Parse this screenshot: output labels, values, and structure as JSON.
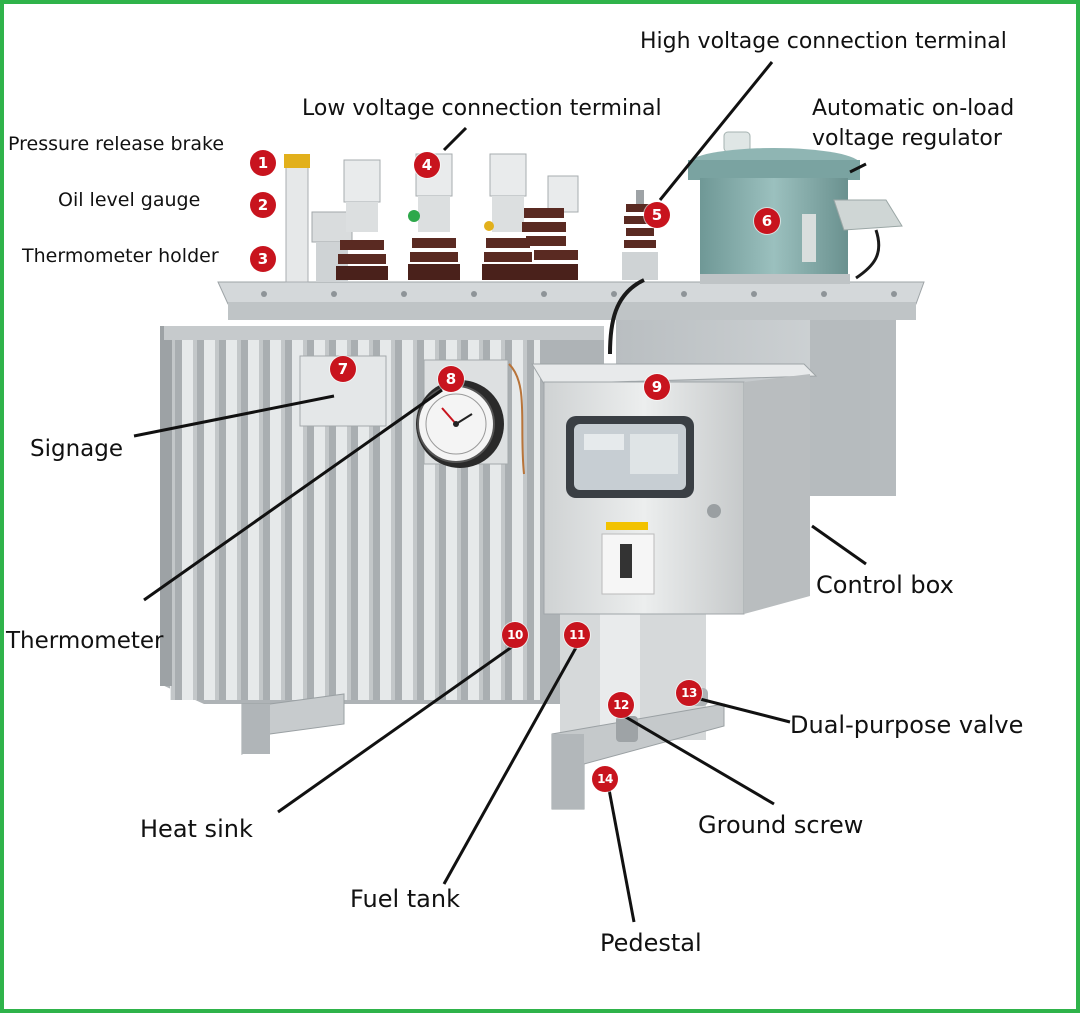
{
  "labels": {
    "pressure_release_brake": "Pressure release brake",
    "oil_level_gauge": "Oil level gauge",
    "thermometer_holder": "Thermometer holder",
    "low_voltage_terminal": "Low voltage connection terminal",
    "high_voltage_terminal": "High voltage connection terminal",
    "regulator_line1": "Automatic on-load",
    "regulator_line2": "voltage regulator",
    "signage": "Signage",
    "thermometer": "Thermometer",
    "control_box": "Control box",
    "dual_purpose_valve": "Dual-purpose valve",
    "heat_sink": "Heat sink",
    "ground_screw": "Ground screw",
    "fuel_tank": "Fuel tank",
    "pedestal": "Pedestal"
  },
  "badges": [
    "1",
    "2",
    "3",
    "4",
    "5",
    "6",
    "7",
    "8",
    "9",
    "10",
    "11",
    "12",
    "13",
    "14"
  ],
  "colors": {
    "frame_border": "#2fb34a",
    "badge": "#c8141e",
    "tank_body": "#c9cdcf",
    "fin_light": "#e4e7e8",
    "fin_dark": "#9aa0a3",
    "regulator": "#7fa8a6",
    "bushing": "#5a2a22",
    "control_box": "#d9dcdd"
  }
}
